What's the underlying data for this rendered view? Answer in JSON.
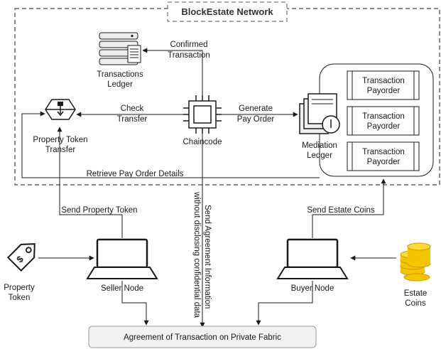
{
  "network": {
    "title": "BlockEstate Network"
  },
  "nodes": {
    "transactions_ledger": {
      "label_line1": "Transactions",
      "label_line2": "Ledger",
      "icon": "server-document-icon"
    },
    "property_token_transfer": {
      "label_line1": "Property Token",
      "label_line2": "Transfer",
      "icon": "smart-contract-icon"
    },
    "chaincode": {
      "label": "Chaincode",
      "icon": "chip-icon"
    },
    "mediation_ledger": {
      "label_line1": "Mediation",
      "label_line2": "Ledger",
      "icon": "ledger-docs-icon"
    },
    "payorders": [
      {
        "line1": "Transaction",
        "line2": "Payorder"
      },
      {
        "line1": "Transaction",
        "line2": "Payorder"
      },
      {
        "line1": "Transaction",
        "line2": "Payorder"
      }
    ],
    "property_token": {
      "label_line1": "Property",
      "label_line2": "Token",
      "icon": "tag-icon"
    },
    "seller_node": {
      "label": "Seller Node",
      "icon": "laptop-icon"
    },
    "buyer_node": {
      "label": "Buyer Node",
      "icon": "laptop-icon"
    },
    "estate_coins": {
      "label_line1": "Estate",
      "label_line2": "Coins",
      "icon": "coins-icon"
    },
    "agreement": {
      "label": "Agreement of Transaction on Private Fabric"
    }
  },
  "edges": {
    "confirmed_transaction": {
      "line1": "Confirmed",
      "line2": "Transaction"
    },
    "check_transfer": {
      "line1": "Check",
      "line2": "Transfer"
    },
    "generate_pay_order": {
      "line1": "Generate",
      "line2": "Pay Order"
    },
    "retrieve_pay_order": {
      "label": "Retrieve Pay Order Details"
    },
    "send_property_token": {
      "label": "Send Property Token"
    },
    "send_estate_coins": {
      "label": "Send Estate Coins"
    },
    "send_agreement": {
      "line1": "Send Agreement Information",
      "line2": "without disclosing confidential data"
    }
  },
  "colors": {
    "stroke": "#1a1a1a",
    "agreement_fill": "#f2f2f2",
    "agreement_stroke": "#9a9a9a",
    "server_fill": "#eeeeee",
    "coin_gold": "#f5c400",
    "coin_edge": "#c89a00"
  }
}
